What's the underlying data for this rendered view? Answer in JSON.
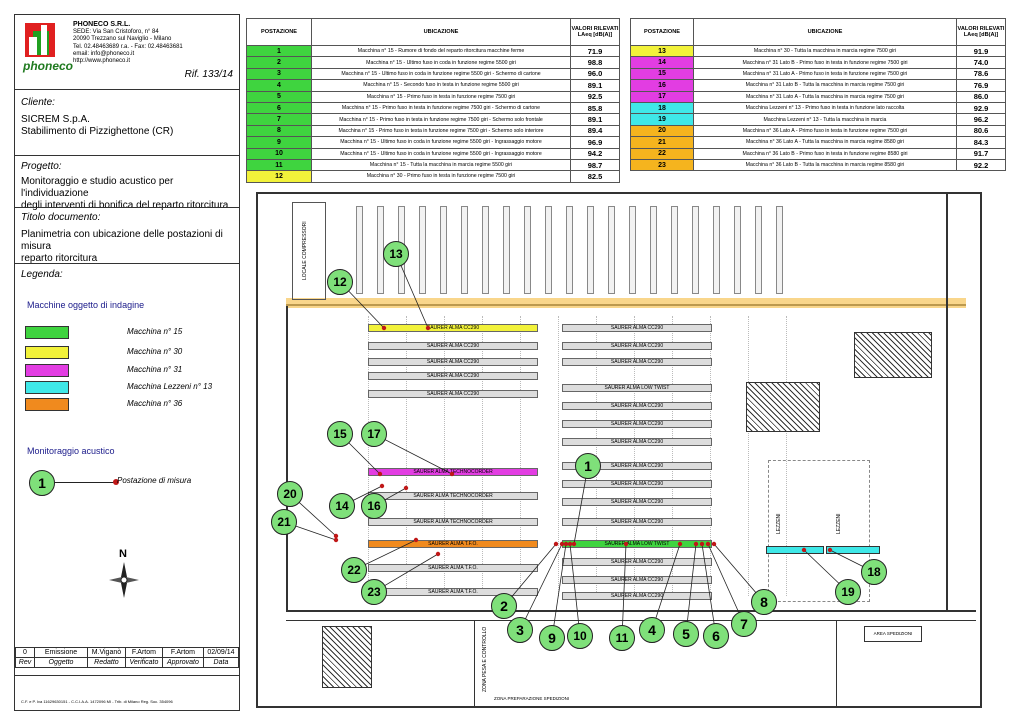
{
  "company": {
    "name": "PHONECO S.R.L.",
    "lines": [
      "SEDE: Via San Cristoforo, n° 84",
      "20090 Trezzano sul Naviglio - Milano",
      "Tel. 02.48463689 r.a. - Fax: 02.48463681",
      "email: info@phoneco.it",
      "http://www.phoneco.it"
    ],
    "logo_text": "phoneco",
    "reference": "Rif. 133/14"
  },
  "client": {
    "label": "Cliente:",
    "line1": "SICREM S.p.A.",
    "line2": "Stabilimento di Pizzighettone (CR)"
  },
  "project": {
    "label": "Progetto:",
    "line1": "Monitoraggio e studio acustico per l'individuazione",
    "line2": "degli interventi di bonifica del reparto ritorcitura"
  },
  "doc_title": {
    "label": "Titolo documento:",
    "line1": "Planimetria con ubicazione delle postazioni di misura",
    "line2": "reparto ritorcitura"
  },
  "legend": {
    "label": "Legenda:",
    "machines_title": "Macchine oggetto di indagine",
    "items": [
      {
        "label": "Macchina n° 15",
        "color": "#3fd43f"
      },
      {
        "label": "Macchina n° 30",
        "color": "#f2f23a"
      },
      {
        "label": "Macchina n° 31",
        "color": "#e23de2"
      },
      {
        "label": "Macchina Lezzeni n° 13",
        "color": "#3fe8e8"
      },
      {
        "label": "Macchina n° 36",
        "color": "#f08a1e"
      }
    ],
    "monitoring_title": "Monitoraggio acustico",
    "sample_number": "1",
    "station_label": "Postazione di misura"
  },
  "revision": {
    "row": [
      "0",
      "Emissione",
      "M.Viganò",
      "F.Artom",
      "F.Artom",
      "02/09/14"
    ],
    "headers": [
      "Rev",
      "Oggetto",
      "Redatto",
      "Verificato",
      "Approvato",
      "Data"
    ]
  },
  "footer_text": "C.F. e P. Iva 11629630151 - C.C.I.A.A. 1472096 MI - Trib. di Milano Reg. Soc. 354096",
  "compass_label": "N",
  "table_headers": {
    "pos": "POSTAZIONE",
    "loc": "UBICAZIONE",
    "val": "VALORI RILEVATI LAeq [dB(A)]"
  },
  "table_left": [
    {
      "pos": "1",
      "loc": "Macchina n° 15 - Rumore di fondo del reparto ritorcitura macchine ferme",
      "val": "71.9",
      "color": "#3fd43f"
    },
    {
      "pos": "2",
      "loc": "Macchina n° 15 - Ultimo fuso in coda in funzione regime 5500 giri",
      "val": "98.8",
      "color": "#3fd43f"
    },
    {
      "pos": "3",
      "loc": "Macchina n° 15 - Ultimo fuso in coda in funzione regime 5500 giri - Schermo di cartone",
      "val": "96.0",
      "color": "#3fd43f"
    },
    {
      "pos": "4",
      "loc": "Macchina n° 15 - Secondo fuso in testa in funzione regime 5500 giri",
      "val": "89.1",
      "color": "#3fd43f"
    },
    {
      "pos": "5",
      "loc": "Macchina n° 15 - Primo fuso in testa in funzione regime 7500 giri",
      "val": "92.5",
      "color": "#3fd43f"
    },
    {
      "pos": "6",
      "loc": "Macchina n° 15 - Primo fuso in testa in funzione regime 7500 giri - Schermo di cartone",
      "val": "85.8",
      "color": "#3fd43f"
    },
    {
      "pos": "7",
      "loc": "Macchina n° 15 - Primo fuso in testa in funzione regime 7500 giri - Schermo solo frontale",
      "val": "89.1",
      "color": "#3fd43f"
    },
    {
      "pos": "8",
      "loc": "Macchina n° 15 - Primo fuso in testa in funzione regime 7500 giri - Schermo solo interiore",
      "val": "89.4",
      "color": "#3fd43f"
    },
    {
      "pos": "9",
      "loc": "Macchina n° 15 - Ultimo fuso in coda in funzione regime 5500 giri - Ingrassaggio motore",
      "val": "96.9",
      "color": "#3fd43f"
    },
    {
      "pos": "10",
      "loc": "Macchina n° 15 - Ultimo fuso in coda in funzione regime 5500 giri - Ingrassaggio motore",
      "val": "94.2",
      "color": "#3fd43f"
    },
    {
      "pos": "11",
      "loc": "Macchina n° 15 - Tutta la macchina in marcia regime 5500 giri",
      "val": "98.7",
      "color": "#3fd43f"
    },
    {
      "pos": "12",
      "loc": "Macchina n° 30 - Primo fuso in testa in funzione regime 7500 giri",
      "val": "82.5",
      "color": "#f2f23a"
    }
  ],
  "table_right": [
    {
      "pos": "13",
      "loc": "Macchina n° 30 - Tutta la macchina in marcia regime 7500 giri",
      "val": "91.9",
      "color": "#f2f23a"
    },
    {
      "pos": "14",
      "loc": "Macchina n° 31 Lato B - Primo fuso in testa in funzione regime 7500 giri",
      "val": "74.0",
      "color": "#e23de2"
    },
    {
      "pos": "15",
      "loc": "Macchina n° 31 Lato A - Primo fuso in testa in funzione regime 7500 giri",
      "val": "78.6",
      "color": "#e23de2"
    },
    {
      "pos": "16",
      "loc": "Macchina n° 31 Lato B - Tutta la macchina in marcia regime 7500 giri",
      "val": "76.9",
      "color": "#e23de2"
    },
    {
      "pos": "17",
      "loc": "Macchina n° 31 Lato A - Tutta la macchina in marcia regime 7500 giri",
      "val": "86.0",
      "color": "#e23de2"
    },
    {
      "pos": "18",
      "loc": "Macchina Lezzeni n° 13 - Primo fuso in testa in funzione lato raccolta",
      "val": "92.9",
      "color": "#3fe8e8"
    },
    {
      "pos": "19",
      "loc": "Macchina Lezzeni n° 13 - Tutta la macchina in marcia",
      "val": "96.2",
      "color": "#3fe8e8"
    },
    {
      "pos": "20",
      "loc": "Macchina n° 36 Lato A - Primo fuso in testa in funzione regime 7500 giri",
      "val": "80.6",
      "color": "#f5b41e"
    },
    {
      "pos": "21",
      "loc": "Macchina n° 36 Lato A - Tutta la macchina in marcia regime 8580 giri",
      "val": "84.3",
      "color": "#f5b41e"
    },
    {
      "pos": "22",
      "loc": "Macchina n° 36 Lato B - Primo fuso in testa in funzione regime 8580 giri",
      "val": "91.7",
      "color": "#f5b41e"
    },
    {
      "pos": "23",
      "loc": "Macchina n° 36 Lato B - Tutta la macchina in marcia regime 8580 giri",
      "val": "92.2",
      "color": "#f5b41e"
    }
  ],
  "plan": {
    "machine_rows": [
      {
        "label": "SAURER ALMA CC290",
        "color": "#f2f23a"
      },
      {
        "label": "SAURER ALMA CC290",
        "color": "#dddddd"
      },
      {
        "label": "SAURER ALMA CC290",
        "color": "#dddddd"
      },
      {
        "label": "SAURER ALMA CC290",
        "color": "#dddddd"
      },
      {
        "label": "SAURER ALMA CC290",
        "color": "#dddddd"
      },
      {
        "label": "SAURER ALMA TECHNOCORDER",
        "color": "#e23de2"
      },
      {
        "label": "SAURER ALMA TECHNOCORDER",
        "color": "#dddddd"
      },
      {
        "label": "SAURER ALMA TECHNOCORDER",
        "color": "#dddddd"
      },
      {
        "label": "SAURER ALMA T.F.O.",
        "color": "#f08a1e"
      },
      {
        "label": "SAURER ALMA T.F.O.",
        "color": "#dddddd"
      },
      {
        "label": "SAURER ALMA T.F.O.",
        "color": "#dddddd"
      }
    ],
    "machine_rows_right": [
      {
        "label": "SAURER ALMA CC290",
        "color": "#dddddd"
      },
      {
        "label": "SAURER ALMA CC290",
        "color": "#dddddd"
      },
      {
        "label": "SAURER ALMA CC290",
        "color": "#dddddd"
      },
      {
        "label": "SAURER ALMA LOW TWIST",
        "color": "#dddddd"
      },
      {
        "label": "SAURER ALMA CC290",
        "color": "#dddddd"
      },
      {
        "label": "SAURER ALMA CC290",
        "color": "#dddddd"
      },
      {
        "label": "SAURER ALMA CC290",
        "color": "#dddddd"
      },
      {
        "label": "SAURER ALMA CC290",
        "color": "#dddddd"
      },
      {
        "label": "SAURER ALMA CC290",
        "color": "#dddddd"
      },
      {
        "label": "SAURER ALMA CC290",
        "color": "#dddddd"
      },
      {
        "label": "SAURER ALMA CC290",
        "color": "#dddddd"
      },
      {
        "label": "SAURER ALMA LOW TWIST",
        "color": "#3fd43f"
      },
      {
        "label": "SAURER ALMA CC290",
        "color": "#dddddd"
      },
      {
        "label": "SAURER ALMA CC290",
        "color": "#dddddd"
      },
      {
        "label": "SAURER ALMA CC290",
        "color": "#dddddd"
      }
    ],
    "lezzeni_label_1": "LEZZENI",
    "lezzeni_label_2": "LEZZENI",
    "area_label": "AREA SPEDIZIONI",
    "zone_label_1": "ZONA PESA E CONTROLLO",
    "zone_label_2": "ZONA PREPARAZIONE SPEDIZIONI",
    "locale_label": "LOCALE COMPRESSORI",
    "markers": [
      "1",
      "2",
      "3",
      "4",
      "5",
      "6",
      "7",
      "8",
      "9",
      "10",
      "11",
      "12",
      "13",
      "14",
      "15",
      "16",
      "17",
      "18",
      "19",
      "20",
      "21",
      "22",
      "23"
    ]
  }
}
